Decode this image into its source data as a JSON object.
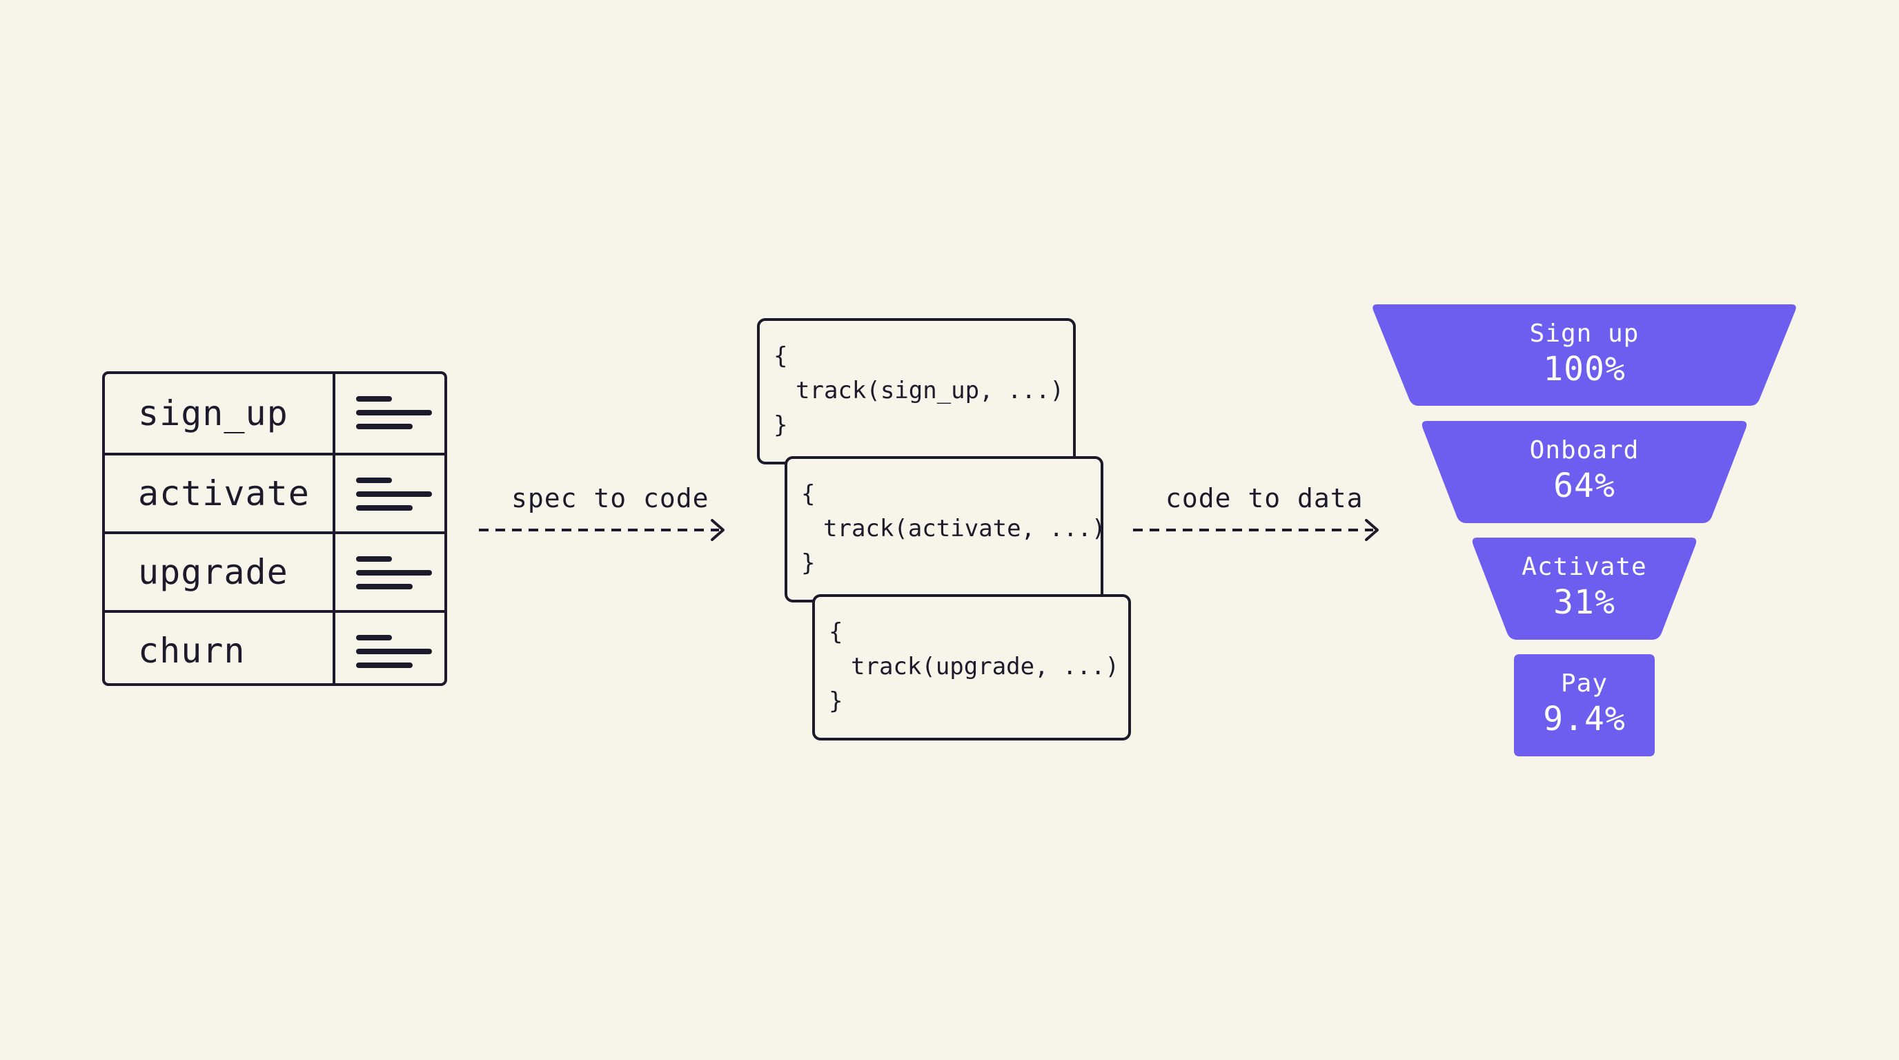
{
  "spec_table": {
    "rows": [
      {
        "name": "sign_up"
      },
      {
        "name": "activate"
      },
      {
        "name": "upgrade"
      },
      {
        "name": "churn"
      }
    ]
  },
  "arrows": {
    "spec_to_code": "spec to code",
    "code_to_data": "code to data"
  },
  "code_cards": [
    {
      "open": "{",
      "call": "track(sign_up, ...)",
      "close": "}"
    },
    {
      "open": "{",
      "call": "track(activate, ...)",
      "close": "}"
    },
    {
      "open": "{",
      "call": "track(upgrade, ...)",
      "close": "}"
    }
  ],
  "funnel": {
    "color": "#6e5ef0",
    "stages": [
      {
        "label": "Sign up",
        "value_text": "100%",
        "value": 100
      },
      {
        "label": "Onboard",
        "value_text": "64%",
        "value": 64
      },
      {
        "label": "Activate",
        "value_text": "31%",
        "value": 31
      },
      {
        "label": "Pay",
        "value_text": "9.4%",
        "value": 9.4
      }
    ]
  },
  "colors": {
    "background": "#f7f4ea",
    "ink": "#1d1b2b",
    "accent": "#6e5ef0"
  }
}
